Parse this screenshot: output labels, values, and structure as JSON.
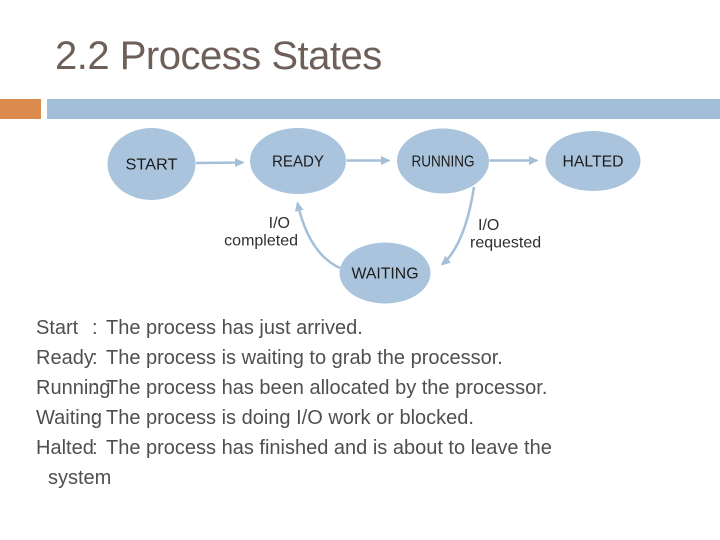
{
  "slide": {
    "title": "2.2 Process States",
    "accent_colors": {
      "orange": "#DD8A4F",
      "blue": "#A3BED9"
    }
  },
  "diagram": {
    "ellipse_fill": "#A9C4DC",
    "connector_color": "#A4BFD8",
    "states": [
      {
        "id": "start",
        "label": "START"
      },
      {
        "id": "ready",
        "label": "READY"
      },
      {
        "id": "running",
        "label": "RUNNING"
      },
      {
        "id": "halted",
        "label": "HALTED"
      },
      {
        "id": "waiting",
        "label": "WAITING"
      }
    ],
    "transitions": [
      {
        "from": "START",
        "to": "READY"
      },
      {
        "from": "READY",
        "to": "RUNNING"
      },
      {
        "from": "RUNNING",
        "to": "HALTED"
      },
      {
        "from": "WAITING",
        "to": "READY",
        "label": "I/O completed"
      },
      {
        "from": "RUNNING",
        "to": "WAITING",
        "label": "I/O requested"
      }
    ],
    "edge_labels": {
      "io_completed": {
        "line1": "I/O",
        "line2": "completed"
      },
      "io_requested": {
        "line1": "I/O",
        "line2": "requested"
      }
    }
  },
  "definitions": [
    {
      "term": "Start",
      "desc": "The process has just arrived."
    },
    {
      "term": "Ready",
      "desc": "The process is waiting to grab the processor."
    },
    {
      "term": "Running",
      "desc": "The process has been allocated by the processor."
    },
    {
      "term": "Waiting",
      "desc": "The process is doing I/O work or blocked."
    },
    {
      "term": "Halted",
      "desc": "The process has finished and is about to leave the",
      "continuation": "system"
    }
  ]
}
